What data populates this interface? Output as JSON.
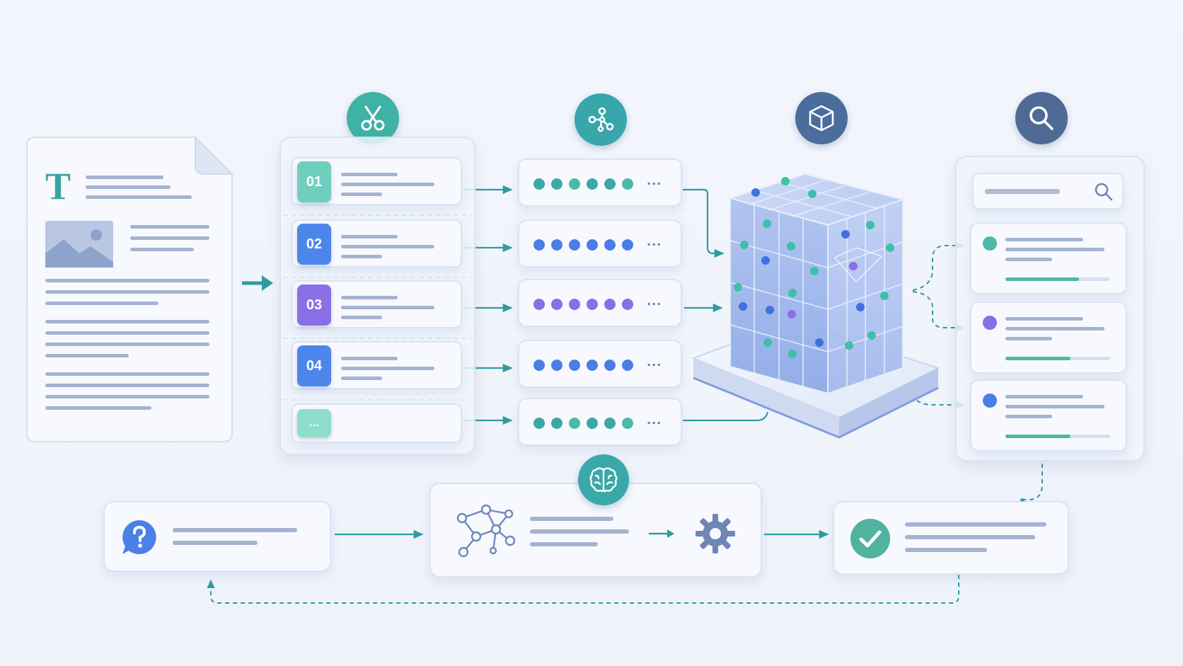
{
  "colors": {
    "teal": "#4fb8ac",
    "teal_dark": "#3aa59c",
    "blue": "#4b7fe4",
    "purple": "#8a6ee6",
    "slate": "#4e6a95",
    "line_gray": "#a4b3cf",
    "arrow": "#2f9ba0"
  },
  "stage_icons": [
    "scissors-icon",
    "network-nodes-icon",
    "cube-icon",
    "search-icon"
  ],
  "chunks": [
    {
      "label": "01",
      "color": "#6fcfbf"
    },
    {
      "label": "02",
      "color": "#4d86ea"
    },
    {
      "label": "03",
      "color": "#8b6fe6"
    },
    {
      "label": "04",
      "color": "#4d86ea"
    },
    {
      "label": "...",
      "color": "#8fdccb"
    }
  ],
  "embedding_rows": [
    {
      "dots": [
        "#3aa9a6",
        "#3aa9a6",
        "#49bba9",
        "#3aa9a6",
        "#3aa9a6",
        "#49bba9"
      ]
    },
    {
      "dots": [
        "#4a7ee6",
        "#4a7ee6",
        "#4a7ee6",
        "#4a7ee6",
        "#4a7ee6",
        "#4a7ee6"
      ]
    },
    {
      "dots": [
        "#8a6ee6",
        "#8a6ee6",
        "#8a6ee6",
        "#8a6ee6",
        "#8a6ee6",
        "#8a6ee6"
      ]
    },
    {
      "dots": [
        "#4a7ee6",
        "#4a7ee6",
        "#4a7ee6",
        "#4a7ee6",
        "#4a7ee6",
        "#4a7ee6"
      ]
    },
    {
      "dots": [
        "#3aa9a6",
        "#3aa9a6",
        "#49bba9",
        "#3aa9a6",
        "#3aa9a6",
        "#49bba9"
      ]
    }
  ],
  "ellipsis": "...",
  "results": [
    {
      "dot_color": "#4fb8ac",
      "score": 0.7
    },
    {
      "dot_color": "#8a6ee6",
      "score": 0.62
    },
    {
      "dot_color": "#4a7ee6",
      "score": 0.62
    }
  ],
  "bottom_icons": [
    "question-bubble-icon",
    "brain-icon",
    "knowledge-graph-icon",
    "gear-icon",
    "check-circle-icon"
  ],
  "document": {
    "heading_glyph": "T"
  }
}
